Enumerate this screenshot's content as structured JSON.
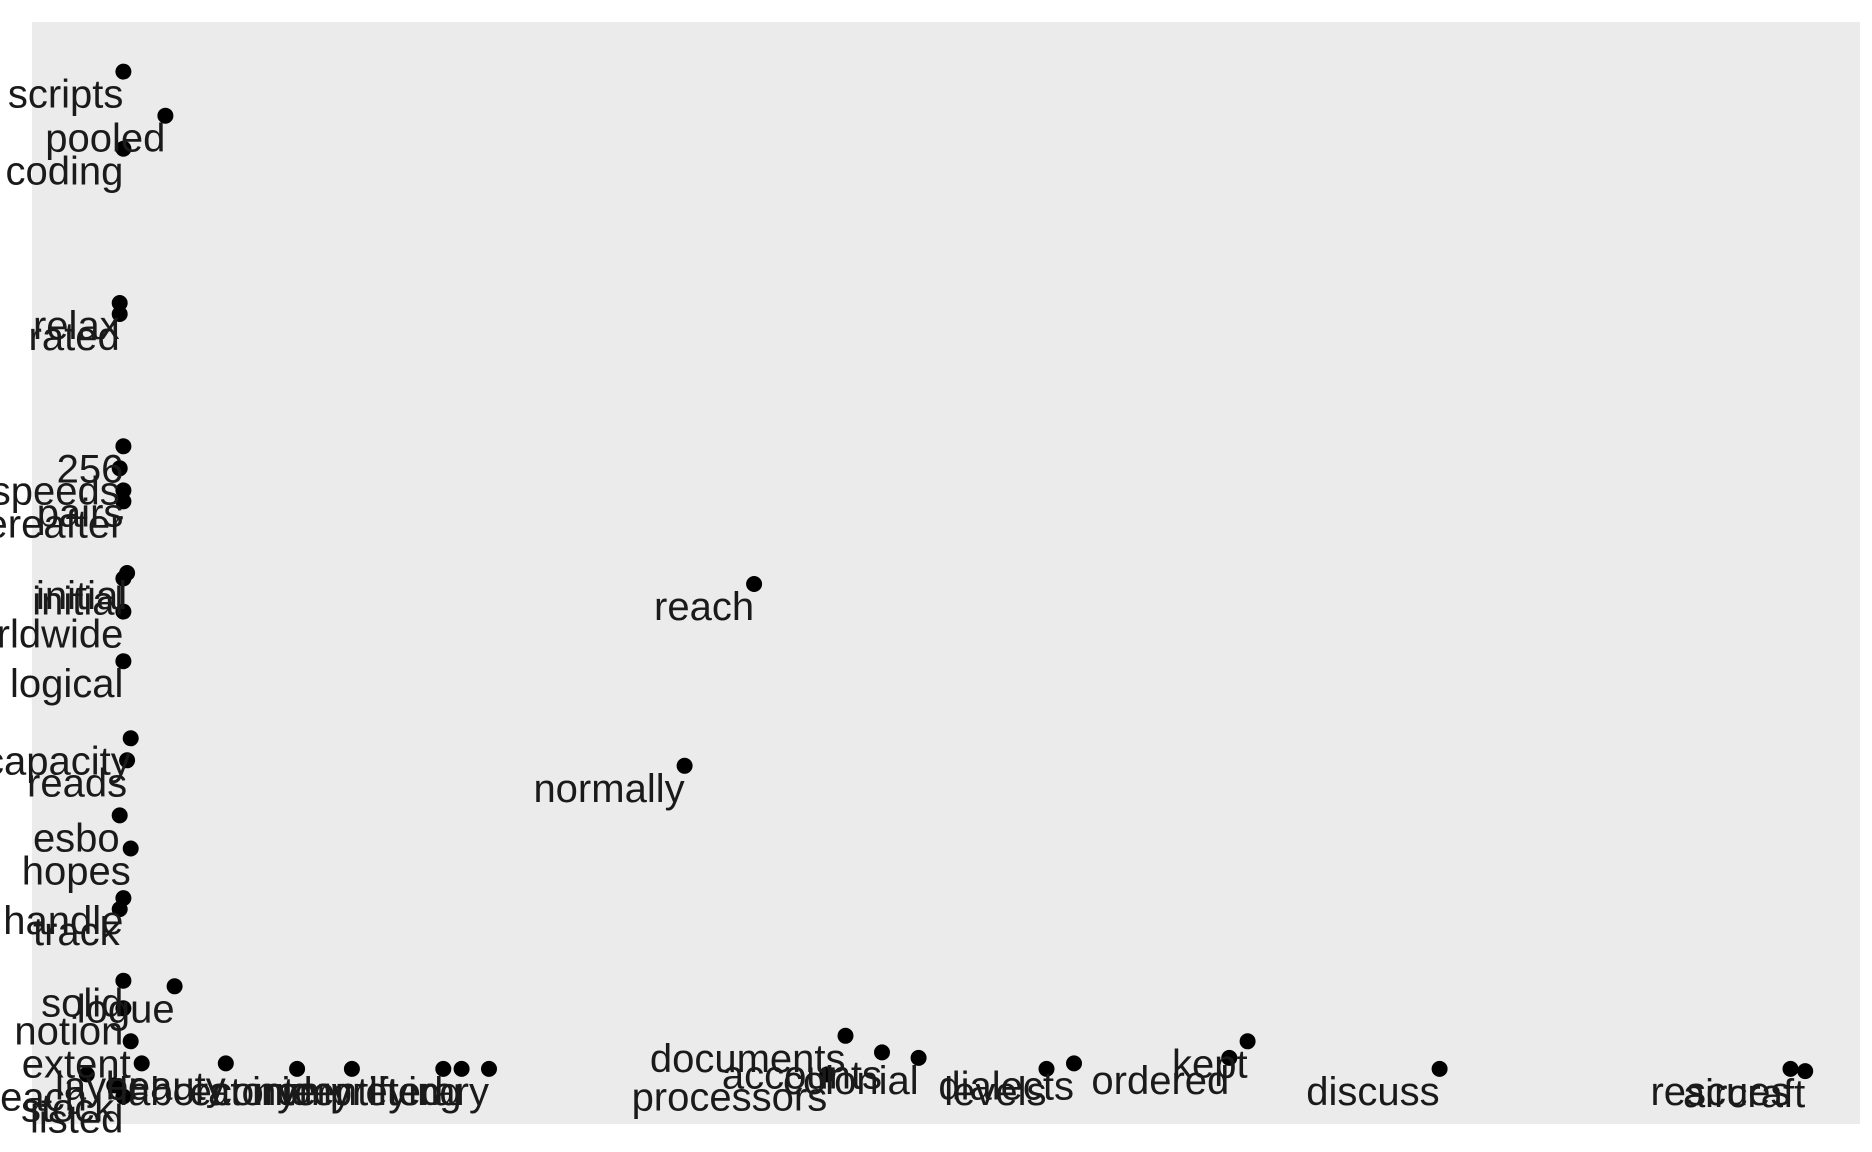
{
  "chart_data": {
    "type": "scatter",
    "title": "",
    "xlabel": "",
    "ylabel": "",
    "xlim": [
      0,
      100
    ],
    "ylim": [
      0,
      100
    ],
    "grid": false,
    "axes_visible": false,
    "background": "#ebebeb",
    "point_color": "#000000",
    "label_color": "#1a1a1a",
    "points": [
      {
        "x": 5.0,
        "y": 95.5,
        "label": "scripts"
      },
      {
        "x": 7.3,
        "y": 91.5,
        "label": "pooled"
      },
      {
        "x": 5.0,
        "y": 88.5,
        "label": "coding"
      },
      {
        "x": 4.8,
        "y": 74.5,
        "label": "relax"
      },
      {
        "x": 4.8,
        "y": 73.5,
        "label": "rated"
      },
      {
        "x": 5.0,
        "y": 61.5,
        "label": "256"
      },
      {
        "x": 4.8,
        "y": 59.5,
        "label": "speeds"
      },
      {
        "x": 5.0,
        "y": 57.5,
        "label": "pairs"
      },
      {
        "x": 5.0,
        "y": 56.5,
        "label": "thereafter"
      },
      {
        "x": 5.2,
        "y": 50.0,
        "label": "initial"
      },
      {
        "x": 5.0,
        "y": 49.5,
        "label": "initial"
      },
      {
        "x": 5.0,
        "y": 46.5,
        "label": "worldwide"
      },
      {
        "x": 5.0,
        "y": 42.0,
        "label": "logical"
      },
      {
        "x": 39.5,
        "y": 49.0,
        "label": "reach"
      },
      {
        "x": 35.7,
        "y": 32.5,
        "label": "normally"
      },
      {
        "x": 5.4,
        "y": 35.0,
        "label": "capacity"
      },
      {
        "x": 5.2,
        "y": 33.0,
        "label": "reads"
      },
      {
        "x": 4.8,
        "y": 28.0,
        "label": "esbo"
      },
      {
        "x": 5.4,
        "y": 25.0,
        "label": "hopes"
      },
      {
        "x": 5.0,
        "y": 20.5,
        "label": "handle"
      },
      {
        "x": 4.8,
        "y": 19.5,
        "label": "track"
      },
      {
        "x": 5.0,
        "y": 13.0,
        "label": "solid"
      },
      {
        "x": 7.8,
        "y": 12.5,
        "label": "logue"
      },
      {
        "x": 5.0,
        "y": 10.5,
        "label": "notion"
      },
      {
        "x": 5.4,
        "y": 7.5,
        "label": "extent"
      },
      {
        "x": 6.0,
        "y": 5.5,
        "label": "layer"
      },
      {
        "x": 10.6,
        "y": 5.5,
        "label": "beauty"
      },
      {
        "x": 14.5,
        "y": 5.0,
        "label": "laboratory"
      },
      {
        "x": 17.5,
        "y": 5.0,
        "label": "economy"
      },
      {
        "x": 22.5,
        "y": 5.0,
        "label": "interpreted"
      },
      {
        "x": 23.5,
        "y": 5.0,
        "label": "identifying"
      },
      {
        "x": 25.0,
        "y": 5.0,
        "label": "literary"
      },
      {
        "x": 44.5,
        "y": 8.0,
        "label": "documents"
      },
      {
        "x": 46.5,
        "y": 6.5,
        "label": "accounts"
      },
      {
        "x": 48.5,
        "y": 6.0,
        "label": "colonial"
      },
      {
        "x": 43.5,
        "y": 4.5,
        "label": "processors"
      },
      {
        "x": 55.5,
        "y": 5.0,
        "label": "levels"
      },
      {
        "x": 57.0,
        "y": 5.5,
        "label": "dialects"
      },
      {
        "x": 66.5,
        "y": 7.5,
        "label": "kept"
      },
      {
        "x": 65.5,
        "y": 6.0,
        "label": "ordered"
      },
      {
        "x": 77.0,
        "y": 5.0,
        "label": "discuss"
      },
      {
        "x": 96.2,
        "y": 5.0,
        "label": "rescues"
      },
      {
        "x": 97.0,
        "y": 4.8,
        "label": "aircraft"
      },
      {
        "x": 3.0,
        "y": 4.5,
        "label": "beach"
      },
      {
        "x": 4.5,
        "y": 3.5,
        "label": "stock"
      },
      {
        "x": 5.0,
        "y": 2.5,
        "label": "listed"
      }
    ]
  }
}
